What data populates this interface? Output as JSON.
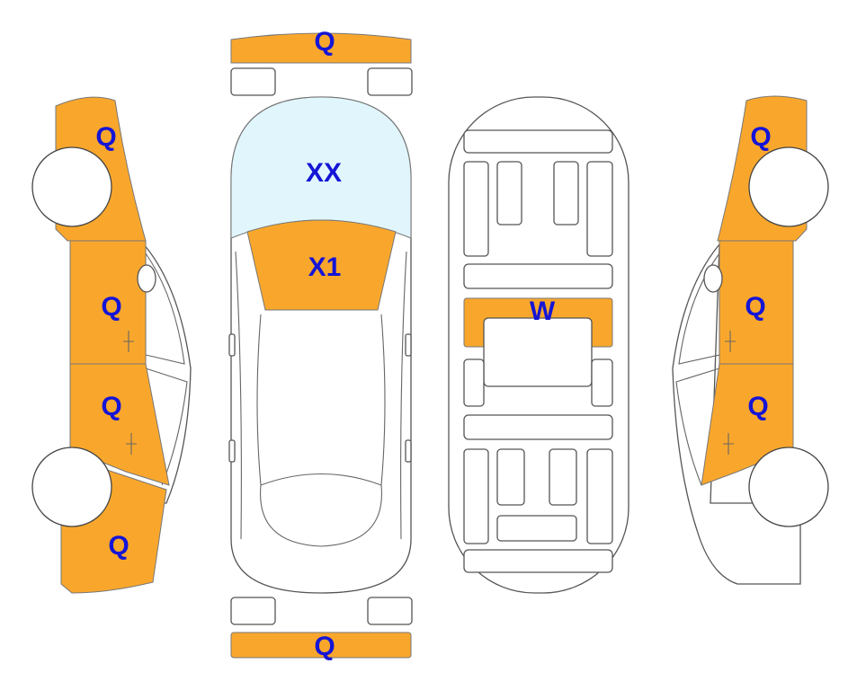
{
  "colors": {
    "damage": "#f9a72c",
    "glass": "#e0f6fc",
    "label": "#1515d6"
  },
  "labels": {
    "front_bumper": "Q",
    "windshield": "XX",
    "hood": "X1",
    "roof": "W",
    "rear_bumper": "Q",
    "left_front_fender": "Q",
    "left_front_door": "Q",
    "left_rear_door": "Q",
    "left_rear_quarter": "Q",
    "right_front_fender": "Q",
    "right_front_door": "Q",
    "right_rear_door": "Q"
  }
}
